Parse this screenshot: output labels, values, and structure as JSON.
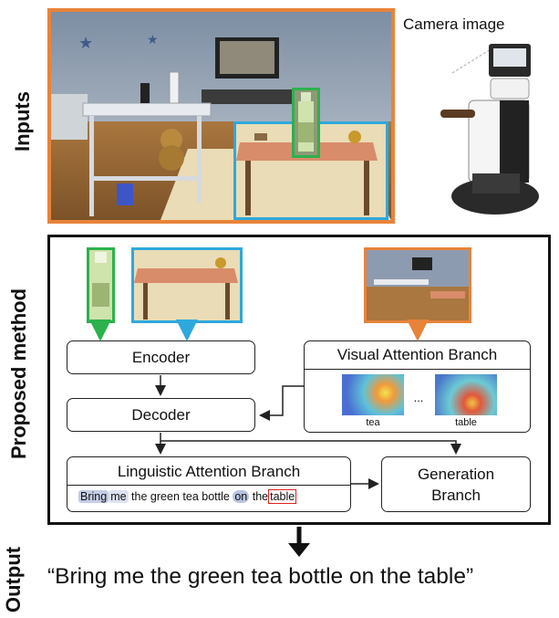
{
  "labels": {
    "inputs": "Inputs",
    "proposed_method": "Proposed method",
    "output": "Output",
    "camera_image": "Camera image"
  },
  "modules": {
    "encoder": "Encoder",
    "decoder": "Decoder",
    "visual_attention_branch": "Visual Attention Branch",
    "linguistic_attention_branch": "Linguistic Attention Branch",
    "generation_branch_line1": "Generation",
    "generation_branch_line2": "Branch"
  },
  "attention_maps": {
    "caption_left": "tea",
    "caption_right": "table",
    "ellipsis": "..."
  },
  "sentence_tokens": [
    "Bring",
    "me",
    "the",
    "green",
    "tea",
    "bottle",
    "on",
    "the",
    "table"
  ],
  "output_sentence": "“Bring me the green tea bottle on the table”",
  "colors": {
    "orange": "#e8833a",
    "blue": "#2fa8dc",
    "green": "#2bb24c",
    "red_box": "#e02020",
    "token_highlight": "#c5cde6"
  }
}
